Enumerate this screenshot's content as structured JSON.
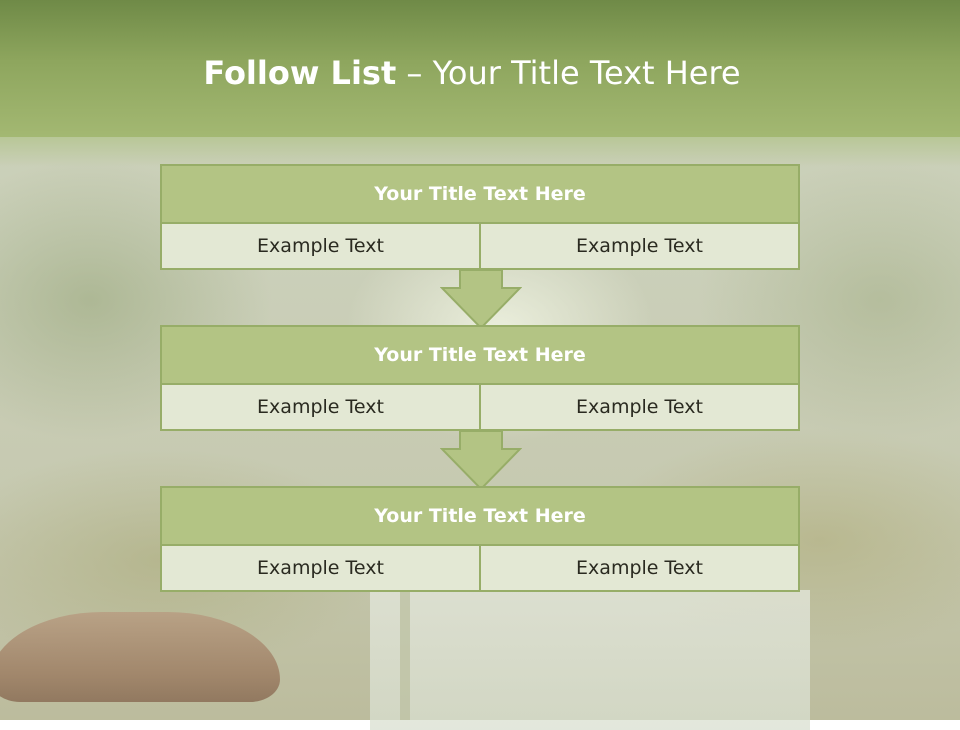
{
  "slide": {
    "title_bold": "Follow List",
    "title_rest": " – Your Title Text Here"
  },
  "steps": [
    {
      "title": "Your Title Text Here",
      "left": "Example Text",
      "right": "Example Text"
    },
    {
      "title": "Your Title Text Here",
      "left": "Example Text",
      "right": "Example Text"
    },
    {
      "title": "Your Title Text Here",
      "left": "Example Text",
      "right": "Example Text"
    }
  ],
  "colors": {
    "header": "#8ea65e",
    "block_title": "#b3c484",
    "block_cell": "#e3e8d4",
    "border": "#97ad68"
  }
}
